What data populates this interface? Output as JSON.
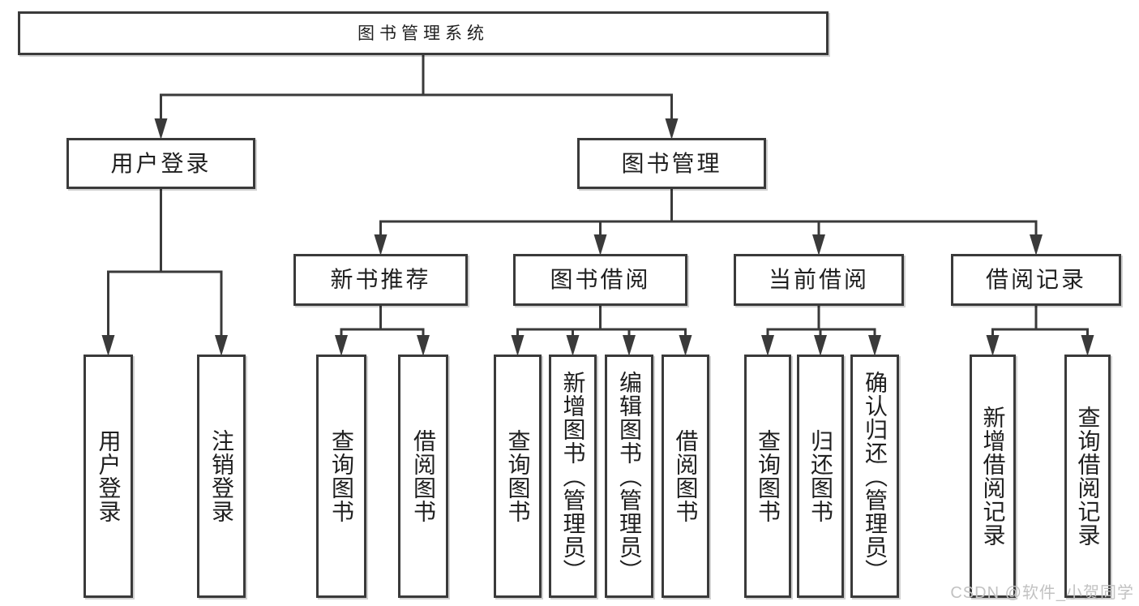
{
  "diagram": {
    "type": "tree",
    "title": "图书管理系统",
    "colors": {
      "line": "#3a3a3a",
      "text": "#1f1f1f",
      "box_bg": "#ffffff"
    },
    "nodes": [
      {
        "id": "root",
        "label": "图书管理系统",
        "children": [
          "user-login",
          "book-mgmt"
        ]
      },
      {
        "id": "user-login",
        "label": "用户登录",
        "children": [
          "leaf-user-login",
          "leaf-logout"
        ]
      },
      {
        "id": "book-mgmt",
        "label": "图书管理",
        "children": [
          "new-book",
          "book-borrow",
          "current-borrow",
          "borrow-records"
        ]
      },
      {
        "id": "new-book",
        "label": "新书推荐",
        "children": [
          "nb-query",
          "nb-borrow"
        ]
      },
      {
        "id": "book-borrow",
        "label": "图书借阅",
        "children": [
          "bb-query",
          "bb-add",
          "bb-edit",
          "bb-borrow"
        ]
      },
      {
        "id": "current-borrow",
        "label": "当前借阅",
        "children": [
          "cb-query",
          "cb-return",
          "cb-confirm"
        ]
      },
      {
        "id": "borrow-records",
        "label": "借阅记录",
        "children": [
          "br-add",
          "br-query"
        ]
      },
      {
        "id": "leaf-user-login",
        "label": "用户登录",
        "children": []
      },
      {
        "id": "leaf-logout",
        "label": "注销登录",
        "children": []
      },
      {
        "id": "nb-query",
        "label": "查询图书",
        "children": []
      },
      {
        "id": "nb-borrow",
        "label": "借阅图书",
        "children": []
      },
      {
        "id": "bb-query",
        "label": "查询图书",
        "children": []
      },
      {
        "id": "bb-add",
        "label": "新增图书（管理员）",
        "children": []
      },
      {
        "id": "bb-edit",
        "label": "编辑图书（管理员）",
        "children": []
      },
      {
        "id": "bb-borrow",
        "label": "借阅图书",
        "children": []
      },
      {
        "id": "cb-query",
        "label": "查询图书",
        "children": []
      },
      {
        "id": "cb-return",
        "label": "归还图书",
        "children": []
      },
      {
        "id": "cb-confirm",
        "label": "确认归还（管理员）",
        "children": []
      },
      {
        "id": "br-add",
        "label": "新增借阅记录",
        "children": []
      },
      {
        "id": "br-query",
        "label": "查询借阅记录",
        "children": []
      }
    ]
  },
  "watermark": {
    "text": "CSDN @软件_小贺同学",
    "color": "#c2c2c2"
  }
}
